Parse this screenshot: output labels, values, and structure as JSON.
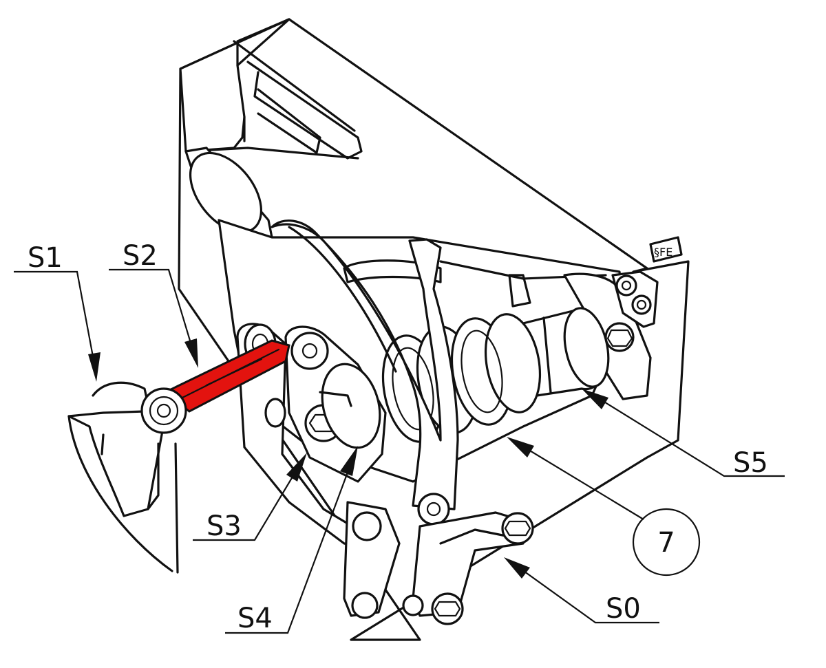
{
  "callouts": {
    "s1": "S1",
    "s2": "S2",
    "s3": "S3",
    "s4": "S4",
    "s5": "S5",
    "s0": "S0",
    "balloon": "7"
  },
  "colors": {
    "highlight": "#e3130f",
    "line": "#111111",
    "background": "#ffffff"
  }
}
